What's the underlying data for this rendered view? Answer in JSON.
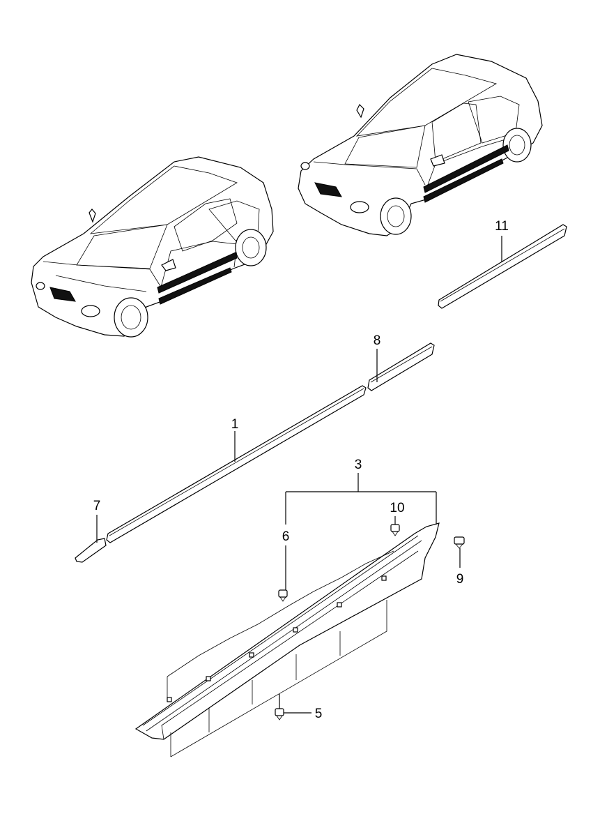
{
  "callouts": {
    "c1": "1",
    "c3": "3",
    "c5": "5",
    "c6": "6",
    "c7": "7",
    "c8": "8",
    "c9": "9",
    "c10": "10",
    "c11": "11"
  },
  "colors": {
    "line": "#000000",
    "background": "#ffffff",
    "dark_molding": "#111111"
  }
}
